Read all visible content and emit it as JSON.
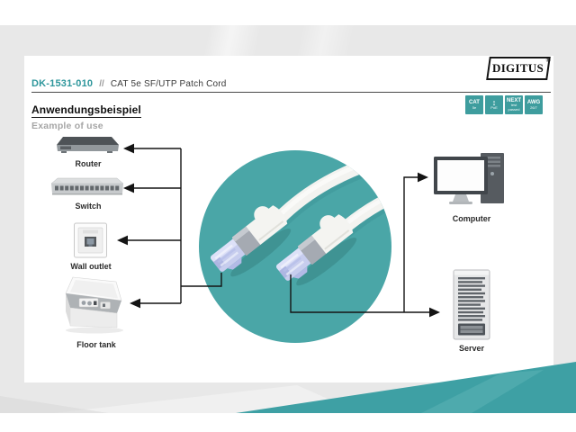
{
  "header": {
    "product_code": "DK-1531-010",
    "separator": "//",
    "product_name": "CAT 5e SF/UTP Patch Cord"
  },
  "logo": {
    "brand": "DIGITUS",
    "registered_mark": "®"
  },
  "badges": [
    {
      "top": "CAT",
      "bottom": "5e"
    },
    {
      "top": "↕",
      "bottom": "PoE"
    },
    {
      "top": "NEXT",
      "bottom": "test passed"
    },
    {
      "top": "AWG",
      "bottom": "26/7"
    }
  ],
  "section": {
    "title": "Anwendungsbeispiel",
    "subtitle": "Example of use"
  },
  "diagram": {
    "left_devices": [
      {
        "label": "Router"
      },
      {
        "label": "Switch"
      },
      {
        "label": "Wall outlet"
      },
      {
        "label": "Floor tank"
      }
    ],
    "right_devices": [
      {
        "label": "Computer"
      },
      {
        "label": "Server"
      }
    ]
  },
  "colors": {
    "teal_circle": "#4AA6A7",
    "teal_badge": "#3E9D9E",
    "teal_footer": "#3EA0A4",
    "accent_text": "#2D969B",
    "background_gray": "#E8E8E8",
    "line_color": "#141414"
  }
}
